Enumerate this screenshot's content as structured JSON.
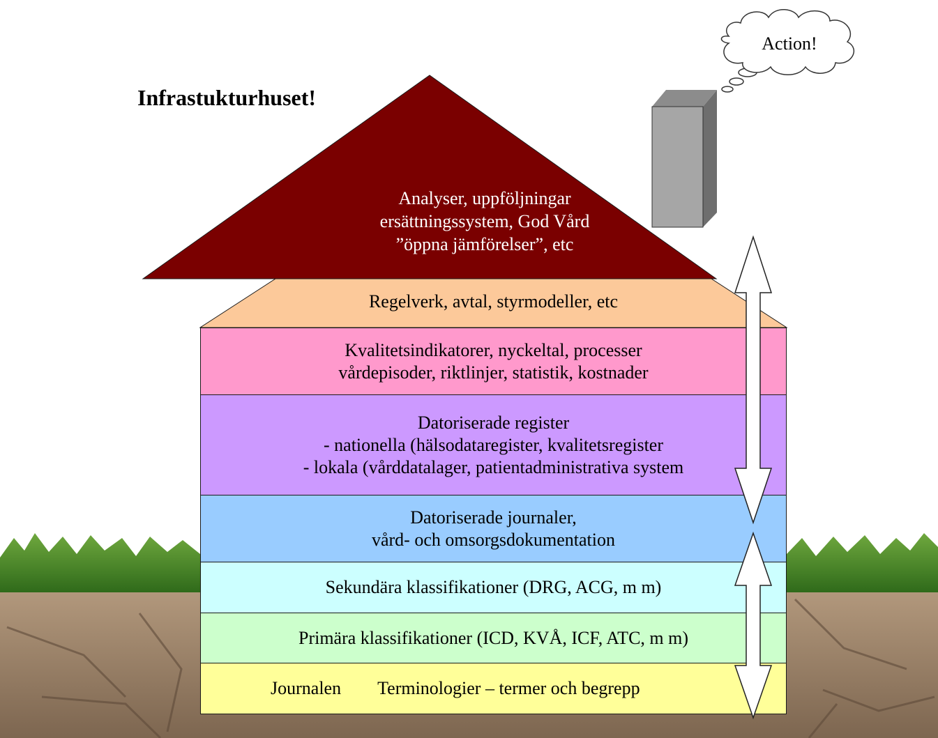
{
  "title": "Infrastukturhuset!",
  "bubble": {
    "text": "Action!"
  },
  "roof": {
    "lines": [
      "Analyser, uppföljningar",
      "ersättningssystem, God Vård",
      "”öppna jämförelser”, etc"
    ],
    "color": "#7a0000"
  },
  "attic": {
    "text": "Regelverk, avtal, styrmodeller, etc",
    "color": "#fcc99a"
  },
  "layers": [
    {
      "lines": [
        "Kvalitetsindikatorer, nyckeltal, processer",
        "vårdepisoder, riktlinjer, statistik, kostnader"
      ],
      "color": "#ff99cc"
    },
    {
      "lines": [
        "Datoriserade register",
        "- nationella (hälsodataregister, kvalitetsregister",
        "- lokala (vårddatalager, patientadministrativa system"
      ],
      "color": "#cc99ff"
    },
    {
      "lines": [
        "Datoriserade journaler,",
        "vård- och omsorgsdokumentation"
      ],
      "color": "#99ccff"
    },
    {
      "lines": [
        "Sekundära klassifikationer (DRG, ACG, m m)"
      ],
      "color": "#ccffff"
    },
    {
      "lines": [
        "Primära klassifikationer (ICD, KVÅ, ICF, ATC, m m)"
      ],
      "color": "#ccffcc"
    }
  ],
  "foundation": {
    "left_text": "Journalen",
    "right_text": "Terminologier – termer och begrepp",
    "color": "#ffff99"
  },
  "colors": {
    "grass": "#4c8a2a",
    "soil": "#9b8268",
    "chimney_front": "#a6a6a6",
    "chimney_top": "#8c8c8c",
    "chimney_side": "#6e6e6e"
  }
}
